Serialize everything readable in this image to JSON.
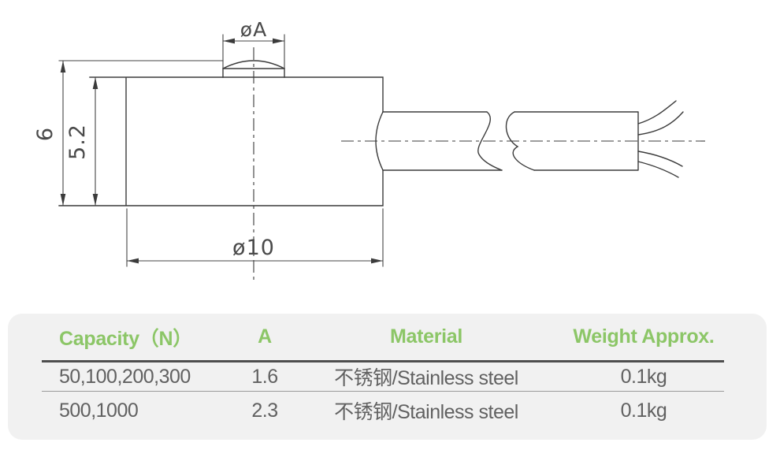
{
  "drawing": {
    "dim_cap_diameter": "øA",
    "dim_total_height": "6",
    "dim_body_height": "5.2",
    "dim_body_diameter": "ø10",
    "line_color": "#3b3b3b"
  },
  "table": {
    "accent_color": "#8cc667",
    "text_color": "#616161",
    "background_color": "#f1f1f1",
    "headers": {
      "capacity": "Capacity（N）",
      "a": "A",
      "material": "Material",
      "weight": "Weight Approx."
    },
    "rows": [
      {
        "capacity": "50,100,200,300",
        "a": "1.6",
        "material": "不锈钢/Stainless steel",
        "weight": "0.1kg"
      },
      {
        "capacity": "500,1000",
        "a": "2.3",
        "material": "不锈钢/Stainless steel",
        "weight": "0.1kg"
      }
    ]
  }
}
